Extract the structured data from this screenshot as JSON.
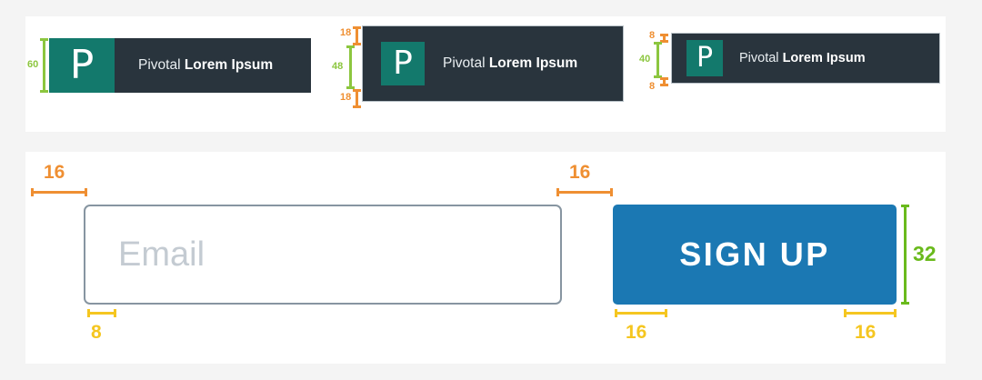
{
  "page": {
    "background": "#f4f4f4",
    "card_background": "#ffffff"
  },
  "colors": {
    "navbar_dark": "#29343d",
    "logo_teal": "#13796c",
    "button_blue": "#1b78b3",
    "dim_green": "#8cc63f",
    "dim_green_bright": "#6aba1c",
    "dim_orange": "#ef8f32",
    "dim_yellow": "#f5c620",
    "input_border": "#8795a1",
    "placeholder": "#c4cbd2"
  },
  "navbars": [
    {
      "logo_glyph": "P",
      "title_light": "Pivotal ",
      "title_bold": "Lorem Ipsum",
      "height_label": "60"
    },
    {
      "logo_glyph": "P",
      "title_light": "Pivotal ",
      "title_bold": "Lorem Ipsum",
      "pad_top_label": "18",
      "logo_size_label": "48",
      "pad_bottom_label": "18"
    },
    {
      "logo_glyph": "P",
      "title_light": "Pivotal ",
      "title_bold": "Lorem Ipsum",
      "pad_top_label": "8",
      "logo_size_label": "40",
      "pad_bottom_label": "8"
    }
  ],
  "form": {
    "email": {
      "placeholder": "Email",
      "outer_gap_label": "16",
      "inner_pad_label": "8"
    },
    "signup": {
      "label": "SIGN UP",
      "outer_gap_label": "16",
      "pad_left_label": "16",
      "pad_right_label": "16",
      "height_label": "32"
    }
  }
}
